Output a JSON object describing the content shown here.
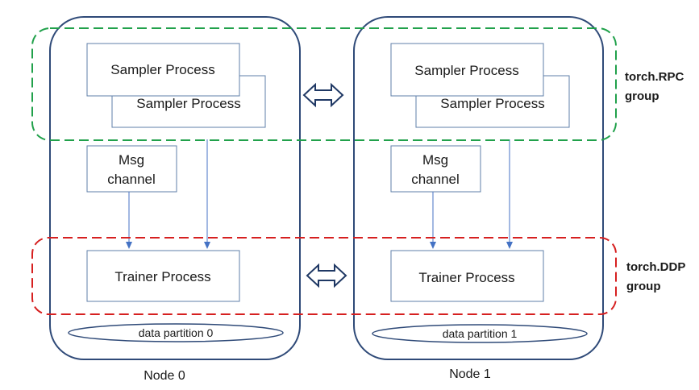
{
  "nodes": [
    {
      "label": "Node 0",
      "sampler_front": "Sampler Process",
      "sampler_back": "Sampler Process",
      "msg_line1": "Msg",
      "msg_line2": "channel",
      "trainer": "Trainer Process",
      "partition": "data partition 0"
    },
    {
      "label": "Node 1",
      "sampler_front": "Sampler Process",
      "sampler_back": "Sampler Process",
      "msg_line1": "Msg",
      "msg_line2": "channel",
      "trainer": "Trainer Process",
      "partition": "data partition 1"
    }
  ],
  "groups": {
    "rpc": {
      "line1": "torch.RPC",
      "line2": "group",
      "color": "#21a14b"
    },
    "ddp": {
      "line1": "torch.DDP",
      "line2": "group",
      "color": "#d62020"
    }
  },
  "colors": {
    "node_border": "#2f4a78",
    "box_border": "#5f7fa8",
    "arrow": "#4472c4",
    "double_arrow": "#1f3864"
  }
}
